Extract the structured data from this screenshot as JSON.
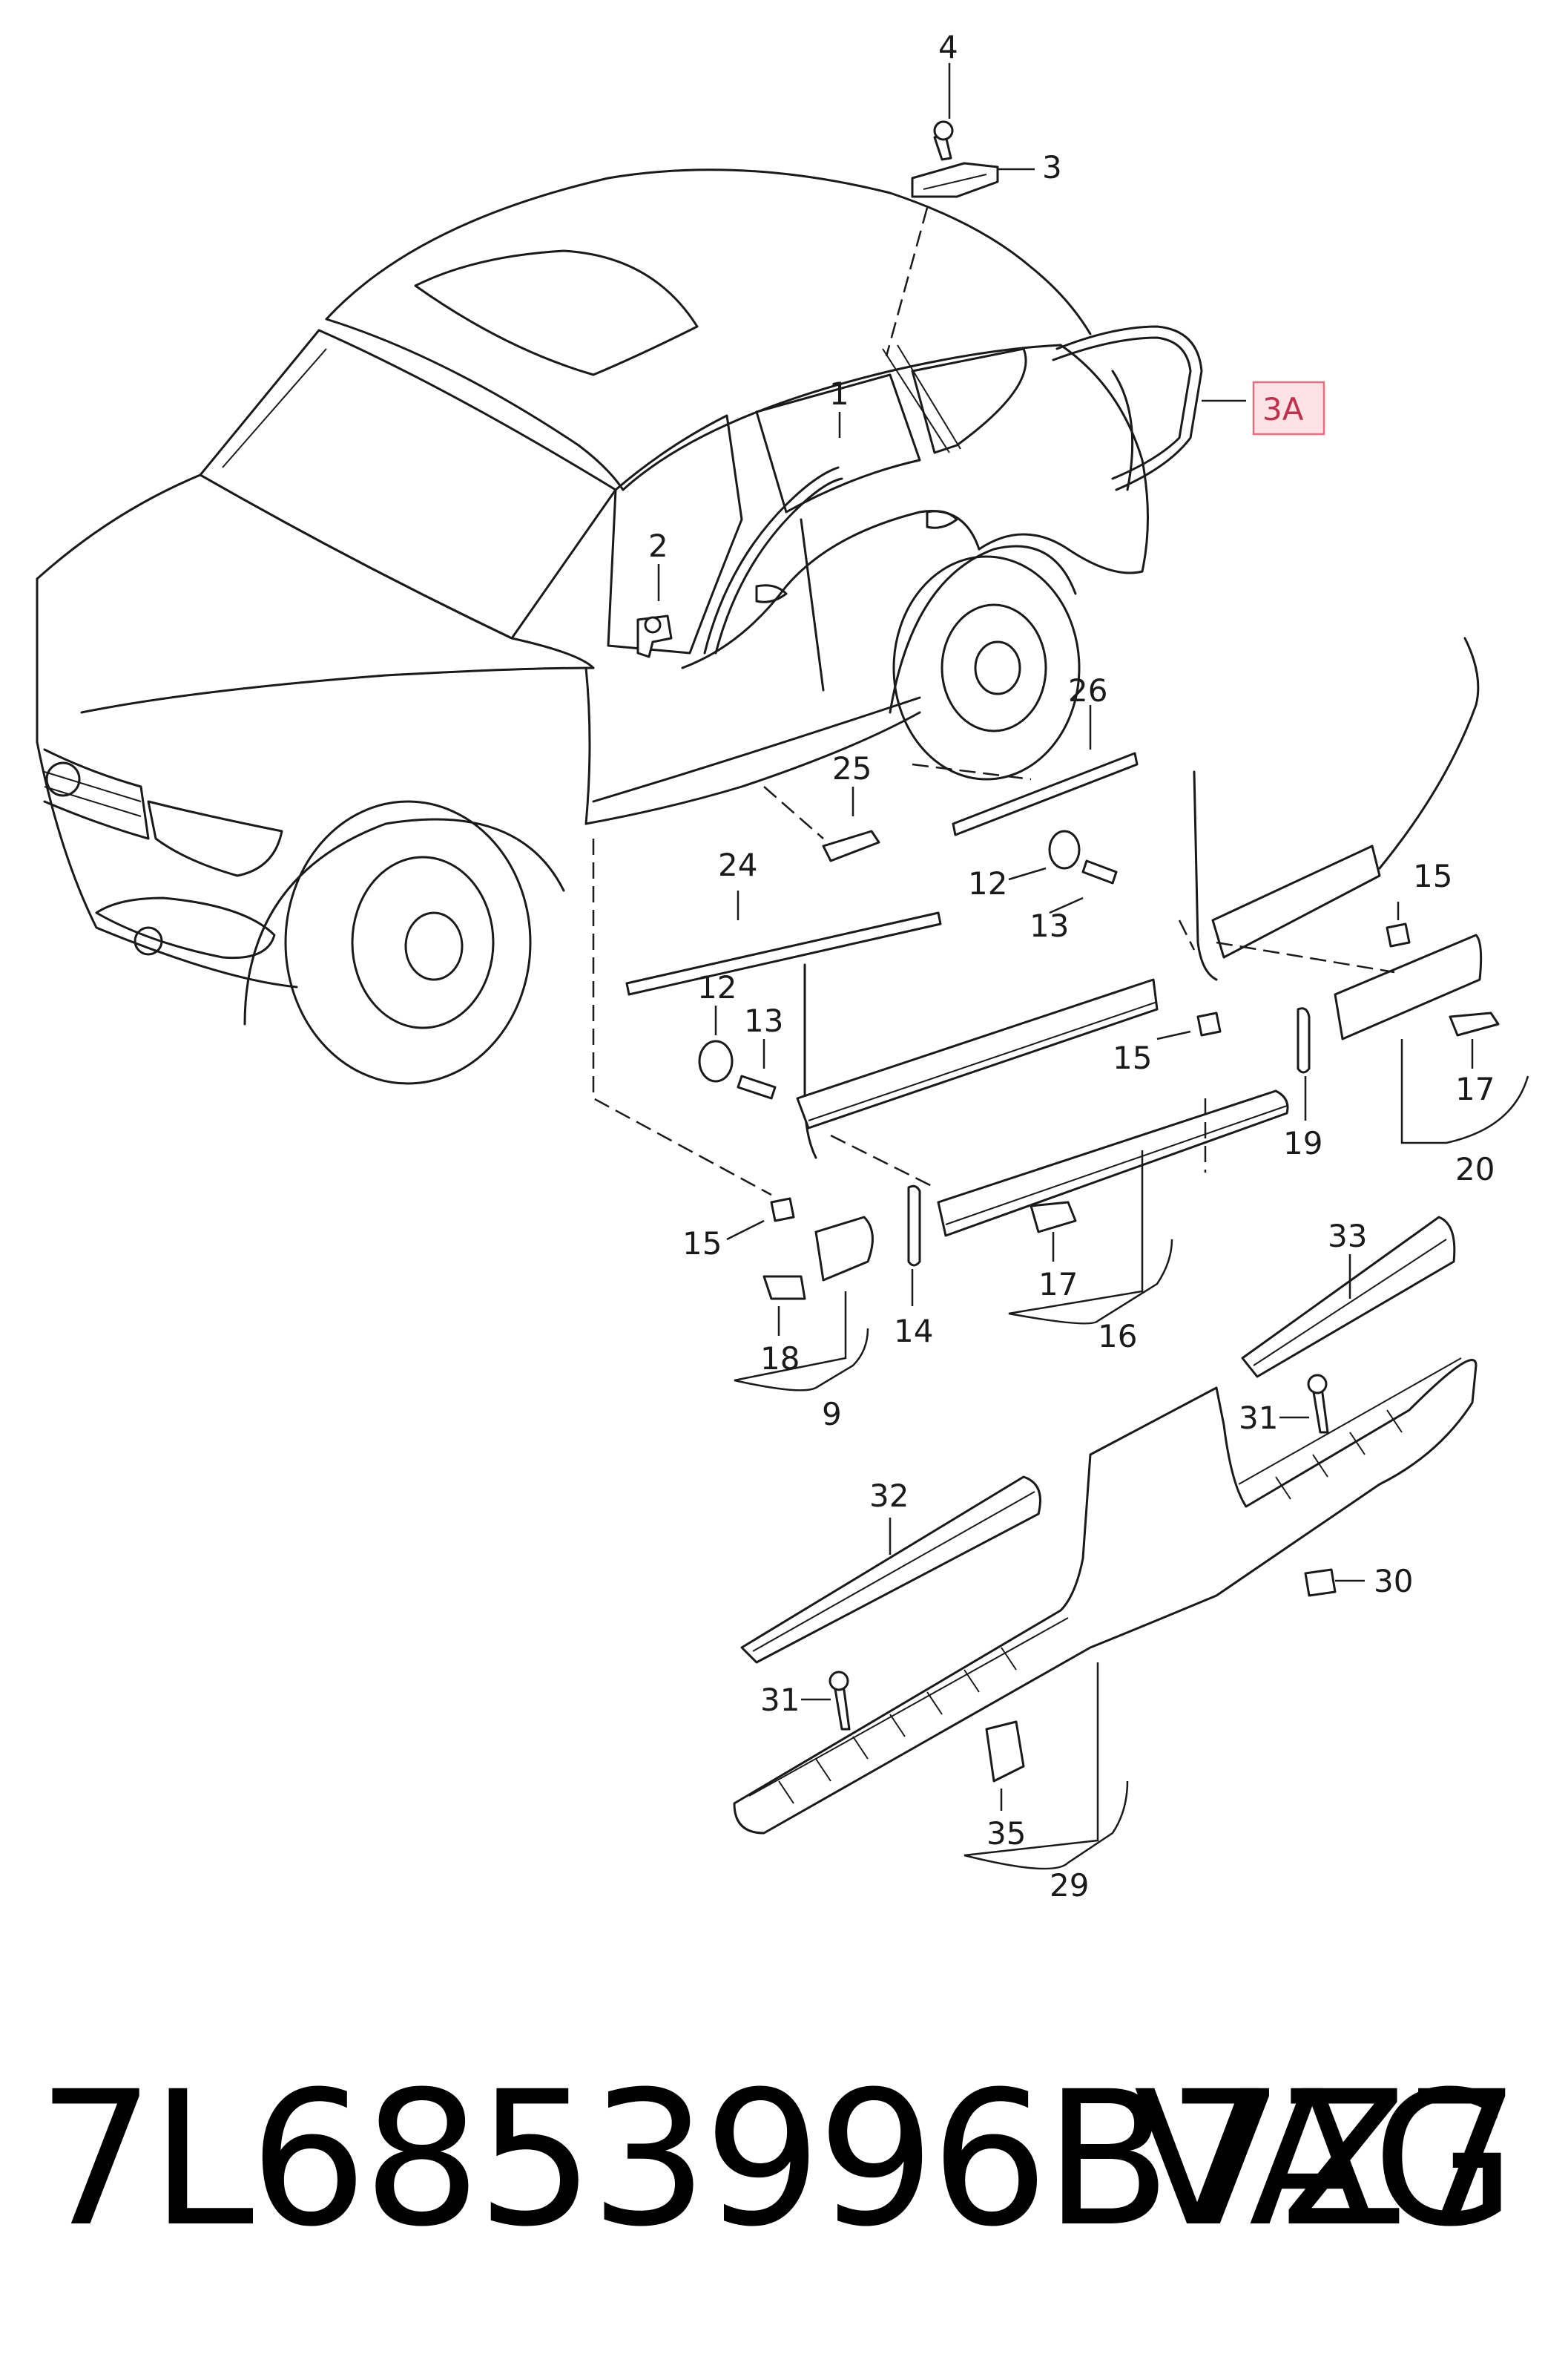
{
  "diagram": {
    "callouts": {
      "c1": "1",
      "c2": "2",
      "c3": "3",
      "c3A": "3A",
      "c4": "4",
      "c9": "9",
      "c12a": "12",
      "c12b": "12",
      "c13a": "13",
      "c13b": "13",
      "c14": "14",
      "c15a": "15",
      "c15b": "15",
      "c15c": "15",
      "c16": "16",
      "c17a": "17",
      "c17b": "17",
      "c18": "18",
      "c19": "19",
      "c20": "20",
      "c24": "24",
      "c25": "25",
      "c26": "26",
      "c29": "29",
      "c30": "30",
      "c31a": "31",
      "c31b": "31",
      "c32": "32",
      "c33": "33",
      "c35": "35"
    },
    "highlight_color": "#fde3e6",
    "highlight_border": "#e07080"
  },
  "footer": {
    "part_number": "7L6853996B7Z7",
    "brand": "VAG"
  }
}
